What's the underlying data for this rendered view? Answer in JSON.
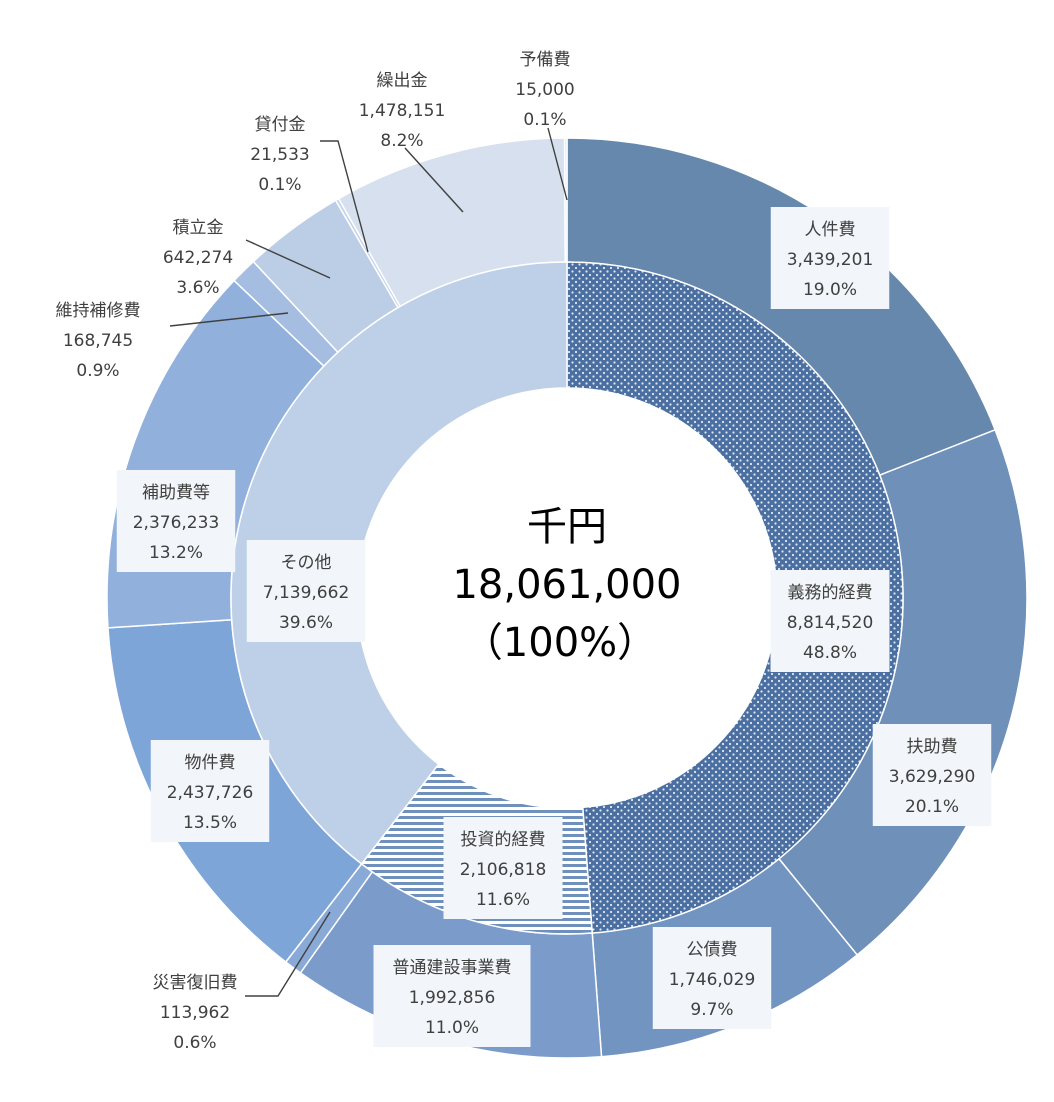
{
  "chart_data": {
    "type": "pie",
    "variant": "two-level-donut",
    "center": {
      "unit": "千円",
      "total": "18,061,000",
      "percent": "（100%）"
    },
    "inner_ring": [
      {
        "name": "義務的経費",
        "value": 8814520,
        "value_label": "8,814,520",
        "pct_label": "48.8%",
        "color": "#4a6fa0",
        "pattern": "dots"
      },
      {
        "name": "投資的経費",
        "value": 2106818,
        "value_label": "2,106,818",
        "pct_label": "11.6%",
        "color": "#6f8fbd",
        "pattern": "stripes"
      },
      {
        "name": "その他",
        "value": 7139662,
        "value_label": "7,139,662",
        "pct_label": "39.6%",
        "color": "#bdd0e8",
        "pattern": "none"
      }
    ],
    "outer_ring": [
      {
        "name": "人件費",
        "value": 3439201,
        "value_label": "3,439,201",
        "pct_label": "19.0%",
        "color": "#6688ad"
      },
      {
        "name": "扶助費",
        "value": 3629290,
        "value_label": "3,629,290",
        "pct_label": "20.1%",
        "color": "#6e90b9"
      },
      {
        "name": "公債費",
        "value": 1746029,
        "value_label": "1,746,029",
        "pct_label": "9.7%",
        "color": "#7294c0"
      },
      {
        "name": "普通建設事業費",
        "value": 1992856,
        "value_label": "1,992,856",
        "pct_label": "11.0%",
        "color": "#7b9ccb"
      },
      {
        "name": "災害復旧費",
        "value": 113962,
        "value_label": "113,962",
        "pct_label": "0.6%",
        "color": "#89a9d6"
      },
      {
        "name": "物件費",
        "value": 2437726,
        "value_label": "2,437,726",
        "pct_label": "13.5%",
        "color": "#7ea5d8"
      },
      {
        "name": "補助費等",
        "value": 2376233,
        "value_label": "2,376,233",
        "pct_label": "13.2%",
        "color": "#91b1dc"
      },
      {
        "name": "維持補修費",
        "value": 168745,
        "value_label": "168,745",
        "pct_label": "0.9%",
        "color": "#a4bde0"
      },
      {
        "name": "積立金",
        "value": 642274,
        "value_label": "642,274",
        "pct_label": "3.6%",
        "color": "#bccde6"
      },
      {
        "name": "貸付金",
        "value": 21533,
        "value_label": "21,533",
        "pct_label": "0.1%",
        "color": "#c5d4ea"
      },
      {
        "name": "繰出金",
        "value": 1478151,
        "value_label": "1,478,151",
        "pct_label": "8.2%",
        "color": "#d6e0ee"
      },
      {
        "name": "予備費",
        "value": 15000,
        "value_label": "15,000",
        "pct_label": "0.1%",
        "color": "#dfe6f1"
      }
    ]
  }
}
